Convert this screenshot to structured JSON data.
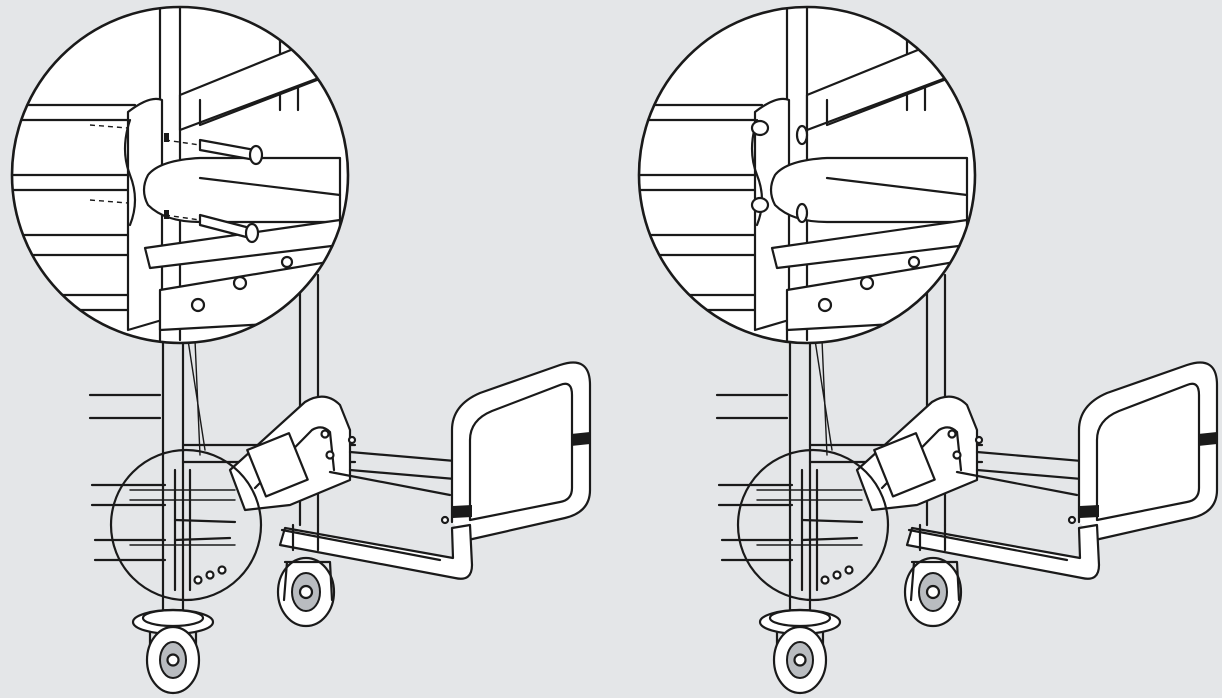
{
  "figure": {
    "background": "#e4e6e8",
    "line_color": "#1a1a1a",
    "panels": [
      {
        "id": "pins-removed",
        "state": "pins-outside"
      },
      {
        "id": "pins-inserted",
        "state": "pins-inside"
      }
    ]
  }
}
